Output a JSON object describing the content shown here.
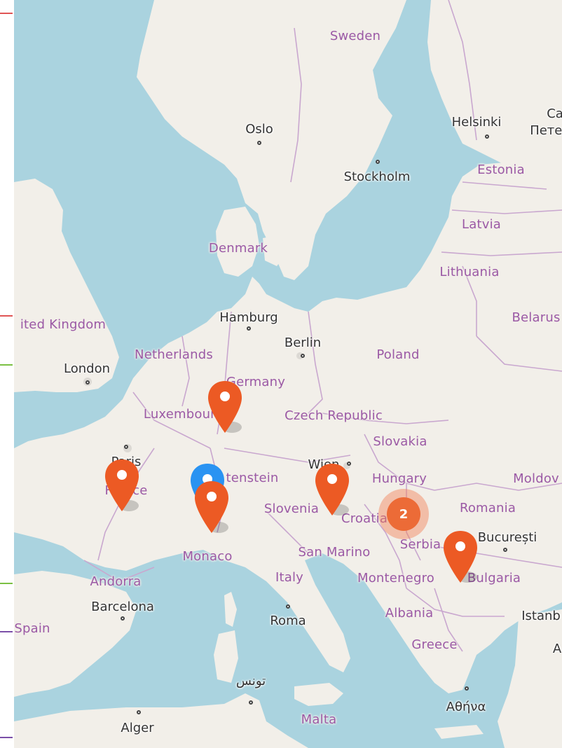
{
  "map": {
    "colors": {
      "water": "#aad3df",
      "land": "#f2efe9",
      "border": "#c9a7cf",
      "country_label": "#9b59a5",
      "marker_orange": "#ec5a24",
      "marker_blue": "#2a93f2",
      "cluster": "#ec6b37"
    },
    "country_labels": [
      "Sweden",
      "Estonia",
      "Latvia",
      "Lithuania",
      "Denmark",
      "ited Kingdom",
      "Belarus",
      "Netherlands",
      "Poland",
      "Germany",
      "Luxembourg",
      "Czech Republic",
      "Slovakia",
      "Hungary",
      "Moldov",
      "France",
      "Romania",
      "Slovenia",
      "Croatia",
      "Serbia",
      "Monaco",
      "San Marino",
      "Andorra",
      "Italy",
      "Montenegro",
      "Bulgaria",
      "Spain",
      "Albania",
      "Greece",
      "Malta",
      "tenstein"
    ],
    "city_labels": [
      "Helsinki",
      "Ca",
      "Петер",
      "Oslo",
      "Stockholm",
      "Hamburg",
      "Berlin",
      "London",
      "Paris",
      "Wien",
      "București",
      "Barcelona",
      "Roma",
      "Istanb",
      "A",
      "تونس",
      "Αθήνα",
      "Alger"
    ],
    "markers": [
      {
        "icon": "map-pin-icon",
        "color": "orange"
      },
      {
        "icon": "map-pin-icon",
        "color": "orange"
      },
      {
        "icon": "map-pin-icon",
        "color": "blue"
      },
      {
        "icon": "map-pin-icon",
        "color": "orange"
      },
      {
        "icon": "map-pin-icon",
        "color": "orange"
      },
      {
        "icon": "map-pin-icon",
        "color": "orange"
      }
    ],
    "cluster": {
      "count": "2"
    }
  },
  "edge_ticks": [
    {
      "color": "#e05555"
    },
    {
      "color": "#e05555"
    },
    {
      "color": "#7bc043"
    },
    {
      "color": "#7bc043"
    },
    {
      "color": "#7b4fa8"
    },
    {
      "color": "#7b4fa8"
    }
  ]
}
